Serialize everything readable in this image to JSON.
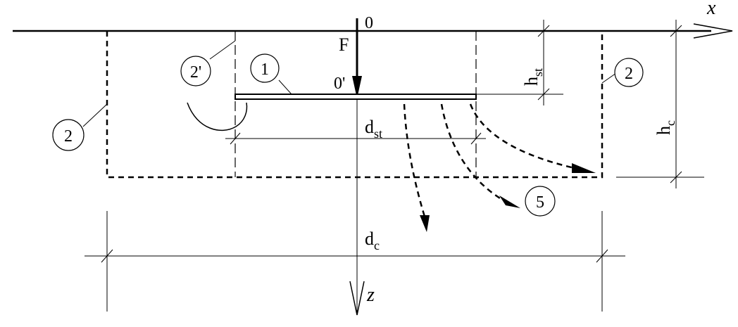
{
  "labels": {
    "axis_x": "x",
    "axis_z": "z",
    "origin": "0",
    "origin_prime": "0'",
    "force": "F",
    "h_st_main": "h",
    "h_st_sub": "st",
    "h_c_main": "h",
    "h_c_sub": "c",
    "d_st_main": "d",
    "d_st_sub": "st",
    "d_c_main": "d",
    "d_c_sub": "c"
  },
  "markers": {
    "m1": "1",
    "m2_prime": "2'",
    "m2_right": "2",
    "m2_left": "2",
    "m5": "5"
  }
}
